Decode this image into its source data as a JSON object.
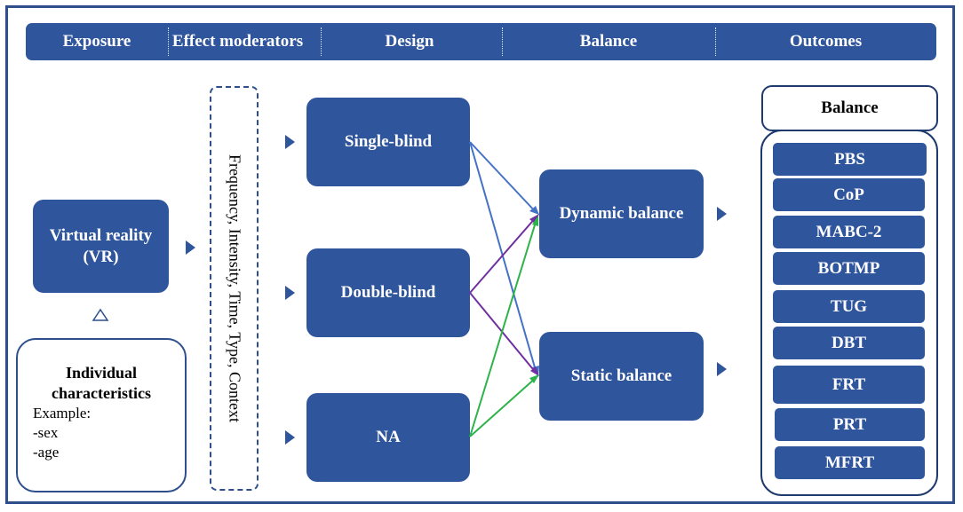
{
  "header": {
    "labels": [
      "Exposure",
      "Effect moderators",
      "Design",
      "Balance",
      "Outcomes"
    ]
  },
  "exposure": {
    "label_line1": "Virtual reality",
    "label_line2": "(VR)"
  },
  "moderators": {
    "text": "Frequency, Intensity, Time, Type, Context"
  },
  "individual": {
    "title_line1": "Individual",
    "title_line2": "characteristics",
    "example_label": "Example:",
    "items": [
      "-sex",
      "-age"
    ]
  },
  "design": {
    "items": [
      "Single-blind",
      "Double-blind",
      "NA"
    ]
  },
  "balance": {
    "items": [
      "Dynamic balance",
      "Static balance"
    ]
  },
  "outcomes": {
    "title": "Balance",
    "items": [
      "PBS",
      "CoP",
      "MABC-2",
      "BOTMP",
      "TUG",
      "DBT",
      "FRT",
      "PRT",
      "MFRT"
    ]
  },
  "colors": {
    "box_fill": "#2f559c",
    "border": "#2e4f8c",
    "arrow_single_blind": "#4472c4",
    "arrow_double_blind": "#7030a0",
    "arrow_na": "#2eb34a"
  }
}
